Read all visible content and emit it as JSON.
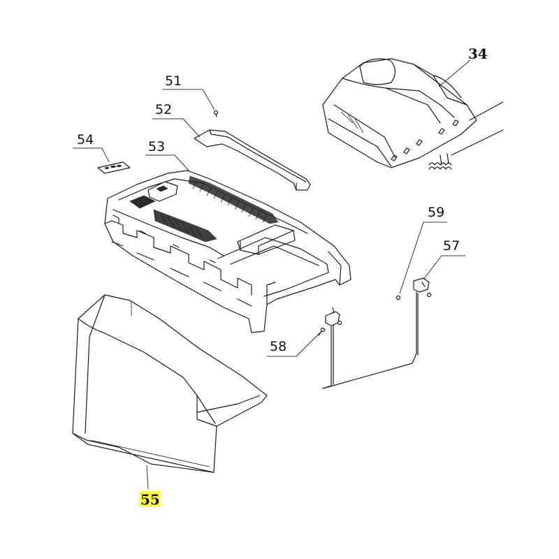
{
  "labels": {
    "p34": "34",
    "p51": "51",
    "p52": "52",
    "p53": "53",
    "p54": "54",
    "p55": "55",
    "p57": "57",
    "p58": "58",
    "p59": "59"
  },
  "colors": {
    "line": "#1a1a1a",
    "highlight": "#ffff3b",
    "background": "#ffffff"
  },
  "highlighted_part": "55"
}
